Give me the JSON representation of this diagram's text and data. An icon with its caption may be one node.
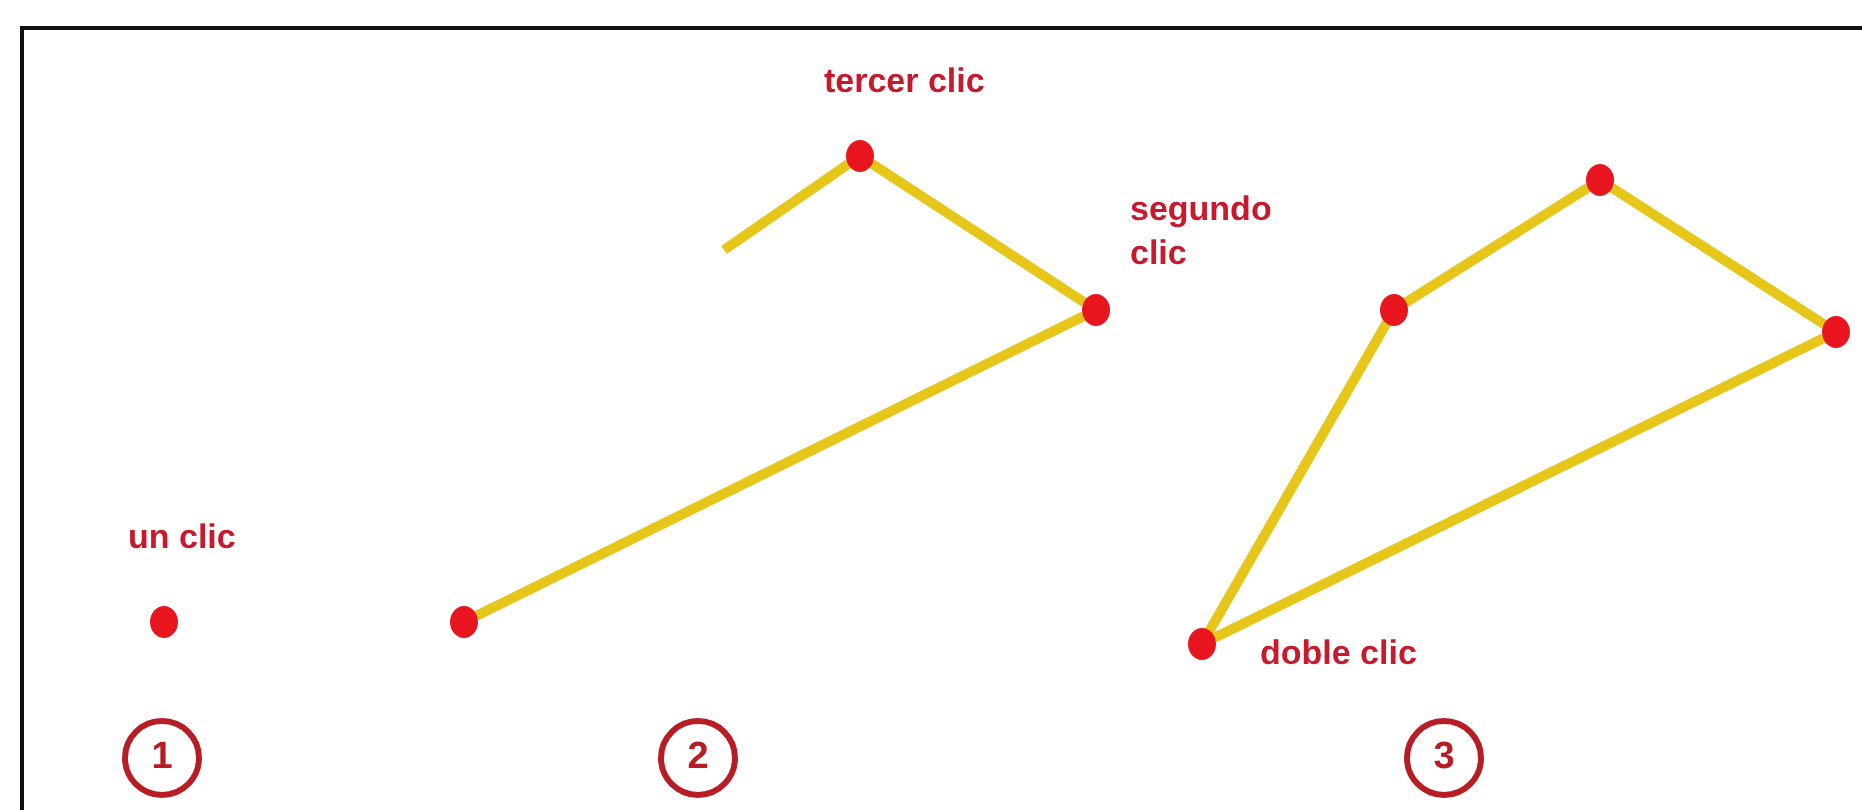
{
  "diagram": {
    "nodes": [
      {
        "text": [],
        "shape": "circle",
        "beside": [
          "un clic"
        ]
      },
      {
        "text": [],
        "shape": "circle"
      },
      {
        "text": [],
        "shape": "circle",
        "beside": [
          "segundo clic"
        ]
      },
      {
        "text": [],
        "shape": "circle",
        "beside": [
          "tercer clic"
        ]
      },
      {
        "text": [],
        "shape": "circle"
      },
      {
        "text": [],
        "shape": "circle"
      },
      {
        "text": [],
        "shape": "circle"
      },
      {
        "text": [],
        "shape": "circle",
        "beside": [
          "doble clic"
        ]
      },
      {
        "text": [
          "1"
        ]
      },
      {
        "text": [
          "2"
        ]
      },
      {
        "text": [
          "3"
        ]
      }
    ],
    "edges": [
      {
        "from": 1,
        "to": 2,
        "arrow": "none"
      },
      {
        "from": 2,
        "to": 3,
        "arrow": "none"
      },
      {
        "from": 3,
        "to": null,
        "arrow": "none"
      },
      {
        "from": 7,
        "to": 4,
        "arrow": "none"
      },
      {
        "from": 4,
        "to": 5,
        "arrow": "none"
      },
      {
        "from": 5,
        "to": 6,
        "arrow": "none"
      },
      {
        "from": 6,
        "to": 7,
        "arrow": "none"
      }
    ]
  }
}
